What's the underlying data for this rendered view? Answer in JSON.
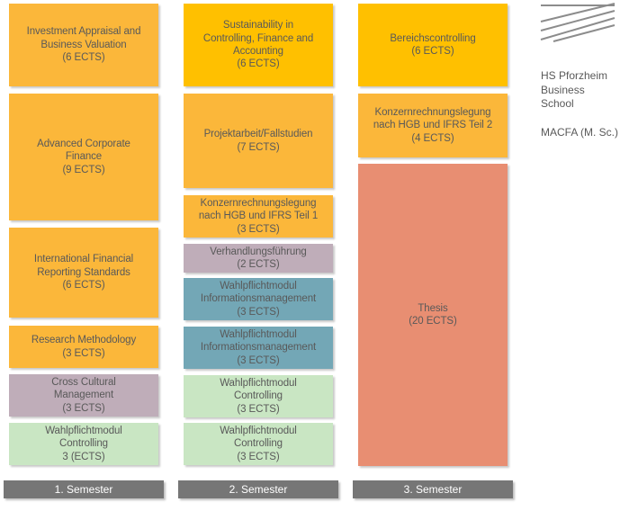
{
  "colors": {
    "orange": "#fbb73a",
    "gold": "#ffc000",
    "mauve": "#bfadb9",
    "teal": "#73a7b6",
    "green": "#c9e6c3",
    "salmon": "#e88e72",
    "gray": "#767676",
    "text": "#595959"
  },
  "modules": {
    "m1": "Investment Appraisal and\nBusiness Valuation\n(6 ECTS)",
    "m2": "Advanced Corporate\nFinance\n(9 ECTS)",
    "m3": "International Financial\nReporting Standards\n(6 ECTS)",
    "m4": "Research Methodology\n(3 ECTS)",
    "m5": "Cross Cultural\nManagement\n(3 ECTS)",
    "m6": "Wahlpflichtmodul\nControlling\n3 (ECTS)",
    "m7": "Sustainability in\nControlling, Finance and\nAccounting\n(6 ECTS)",
    "m8": "Projektarbeit/Fallstudien\n(7 ECTS)",
    "m9": "Konzernrechnungslegung\nnach HGB und IFRS Teil 1\n(3 ECTS)",
    "m10": "Verhandlungsführung\n(2 ECTS)",
    "m11": "Wahlpflichtmodul\nInformationsmanagement\n(3 ECTS)",
    "m12": "Wahlpflichtmodul\nInformationsmanagement\n(3 ECTS)",
    "m13": "Wahlpflichtmodul\nControlling\n(3 ECTS)",
    "m14": "Wahlpflichtmodul\nControlling\n(3 ECTS)",
    "m15": "Bereichscontrolling\n(6 ECTS)",
    "m16": "Konzernrechnungslegung\nnach HGB und IFRS Teil 2\n(4 ECTS)",
    "m17": "Thesis\n(20 ECTS)"
  },
  "semesters": [
    "1. Semester",
    "2. Semester",
    "3. Semester"
  ],
  "school": {
    "name": "HS Pforzheim\nBusiness\nSchool",
    "program": "MACFA (M. Sc.)"
  }
}
